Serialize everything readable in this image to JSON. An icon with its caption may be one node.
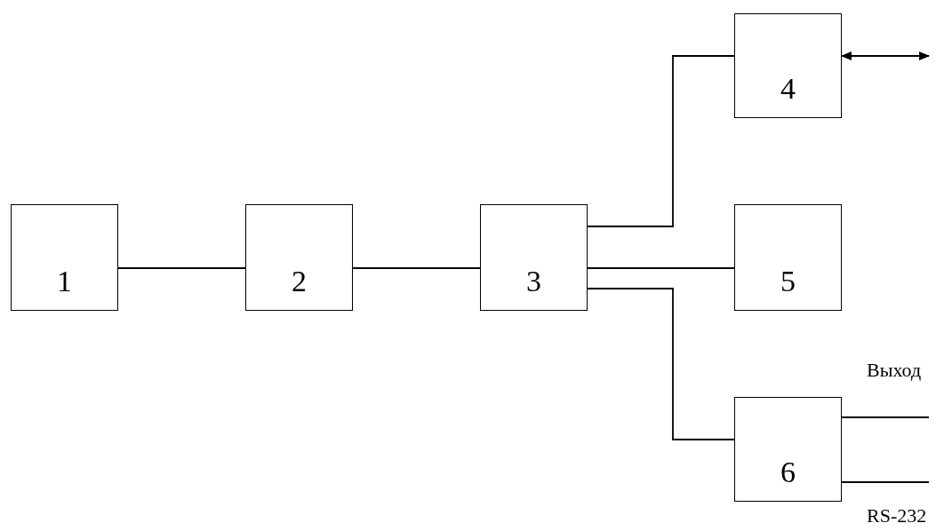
{
  "diagram": {
    "nodes": [
      {
        "text": [
          "1"
        ]
      },
      {
        "text": [
          "2"
        ]
      },
      {
        "text": [
          "3"
        ]
      },
      {
        "text": [
          "4"
        ]
      },
      {
        "text": [
          "5"
        ]
      },
      {
        "text": [
          "6"
        ]
      }
    ],
    "edges": [
      {
        "from": 0,
        "to": 1,
        "arrow": "none"
      },
      {
        "from": 1,
        "to": 2,
        "arrow": "none"
      },
      {
        "from": 2,
        "to": 3,
        "arrow": "none"
      },
      {
        "from": 2,
        "to": 4,
        "arrow": "none"
      },
      {
        "from": 2,
        "to": 5,
        "arrow": "none"
      },
      {
        "from": 3,
        "to": null,
        "arrow": "both"
      },
      {
        "from": 5,
        "to": null,
        "arrow": "none",
        "label": "Выход"
      },
      {
        "from": 5,
        "to": null,
        "arrow": "none",
        "label": "RS-232"
      }
    ]
  }
}
